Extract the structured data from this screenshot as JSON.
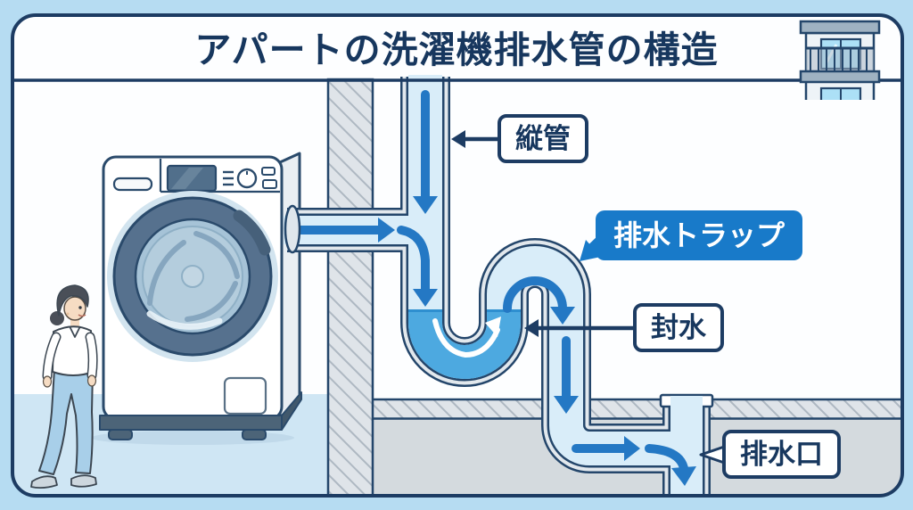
{
  "title": "アパートの洗濯機排水管の構造",
  "labels": {
    "vertical_pipe": "縦管",
    "drain_trap": "排水トラップ",
    "water_seal": "封水",
    "drain_outlet": "排水口"
  },
  "icons": {
    "building": "apartment-building-icon",
    "washing_machine": "drum-washing-machine-illustration",
    "person": "woman-standing-illustration",
    "flow_arrows": "water-flow-arrow"
  },
  "colors": {
    "page_background": "#b6dcf2",
    "frame_border": "#1d3c63",
    "title_text": "#17375e",
    "pipe_interior": "#d9edf9",
    "pipe_outline": "#24466b",
    "trap_water": "#4da9e0",
    "flow_arrow": "#2478c4",
    "drain_trap_label_bg": "#187ac9",
    "wall_hatch": "#dfe4e9",
    "floor_slab": "#d4dade",
    "room_floor": "#cfe6f4"
  }
}
